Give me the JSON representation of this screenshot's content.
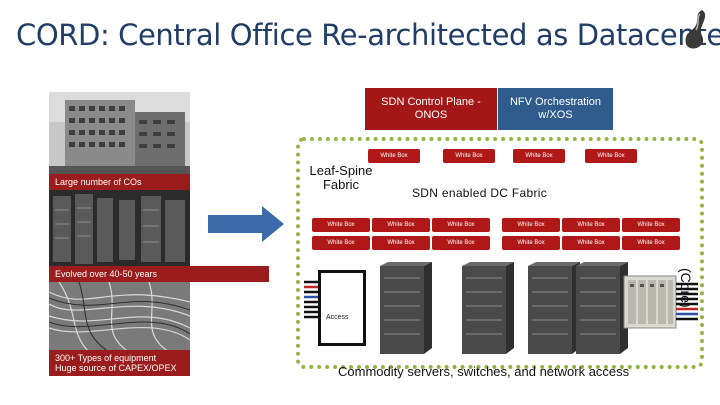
{
  "slide": {
    "title": "CORD: Central Office Re-architected as Datacenter"
  },
  "left_panel": {
    "label_top": "Large number of COs",
    "label_middle": "Evolved over 40-50 years",
    "label_bottom_line1": "300+ Types of equipment",
    "label_bottom_line2": "Huge source of CAPEX/OPEX"
  },
  "control": {
    "sdn_line1": "SDN Control Plane -",
    "sdn_line2": "ONOS",
    "nfv_line1": "NFV Orchestration",
    "nfv_line2": "w/XOS"
  },
  "fabric": {
    "leaf_spine_line1": "Leaf-Spine",
    "leaf_spine_line2": "Fabric",
    "sdn_dc_label": "SDN enabled DC Fabric",
    "spine_boxes": [
      "White Box",
      "White Box",
      "White Box",
      "White Box"
    ],
    "leaf_row1": [
      "White Box",
      "White Box",
      "White Box",
      "White Box",
      "White Box",
      "White Box"
    ],
    "leaf_row2": [
      "White Box",
      "White Box",
      "White Box",
      "White Box",
      "White Box",
      "White Box"
    ]
  },
  "access": {
    "label": "Access"
  },
  "core": {
    "label": "(Core)"
  },
  "caption": "Commodity servers, switches, and network access",
  "colors": {
    "title": "#1f3d66",
    "red": "#a31717",
    "blue": "#2f5b8d",
    "dotted_border": "#93b440",
    "arrow": "#3d6aa8"
  }
}
